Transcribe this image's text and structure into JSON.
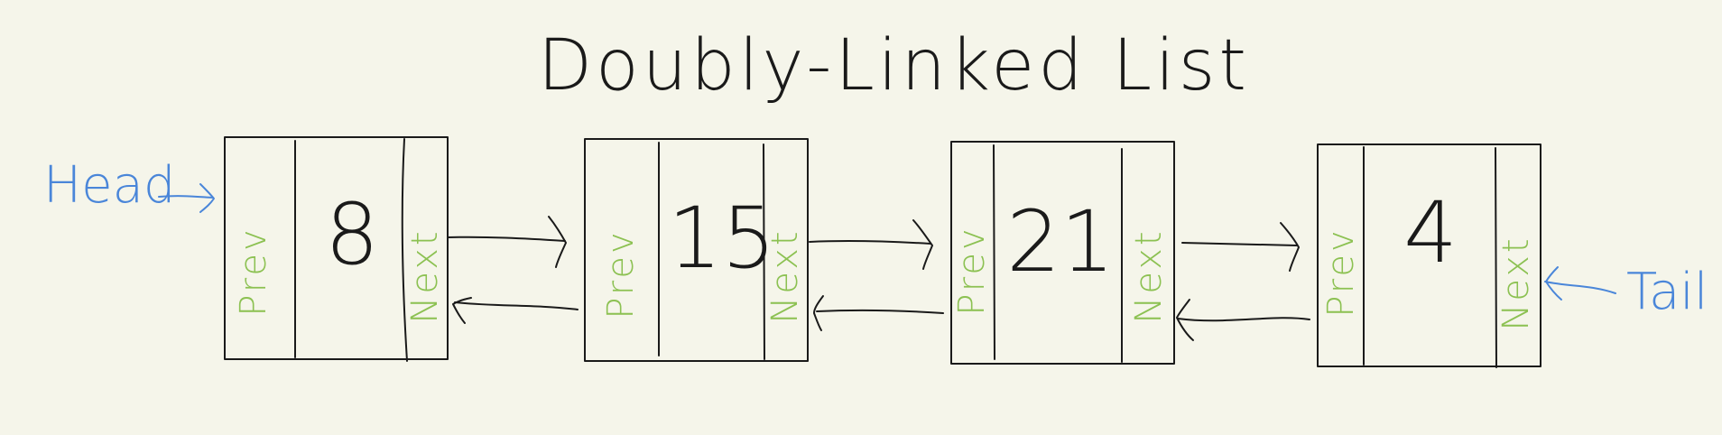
{
  "title": "Doubly-Linked List",
  "colors": {
    "ink": "#1a1a1a",
    "field": "#8cc152",
    "pointer": "#4a86d9",
    "background": "#f5f5ea"
  },
  "head_label": "Head",
  "tail_label": "Tail",
  "nodes": [
    {
      "value": "8",
      "prev_label": "Prev",
      "next_label": "Next"
    },
    {
      "value": "15",
      "prev_label": "Prev",
      "next_label": "Next"
    },
    {
      "value": "21",
      "prev_label": "Prev",
      "next_label": "Next"
    },
    {
      "value": "4",
      "prev_label": "Prev",
      "next_label": "Next"
    }
  ]
}
